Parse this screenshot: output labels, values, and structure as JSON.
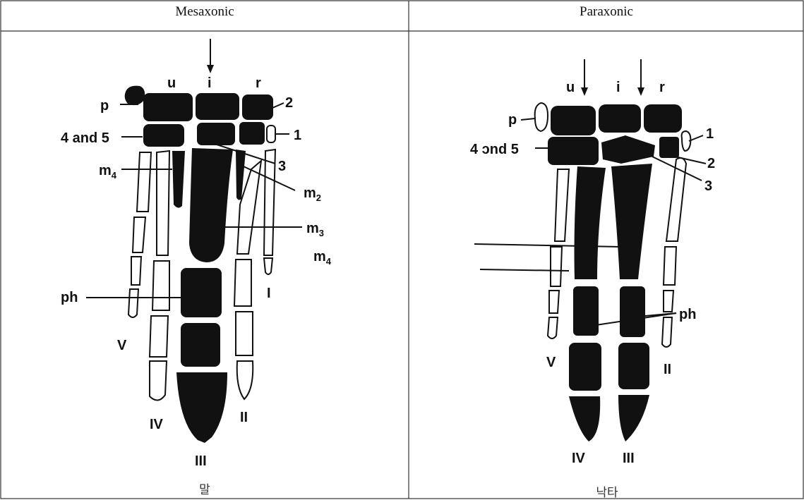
{
  "table": {
    "left_header": "Mesaxonic",
    "right_header": "Paraxonic",
    "left_caption": "말",
    "right_caption": "낙타"
  },
  "horse": {
    "label_u": "u",
    "label_i": "i",
    "label_r": "r",
    "label_p": "p",
    "label_2": "2",
    "label_1": "1",
    "label_4and5": "4 and 5",
    "label_3": "3",
    "label_m4_top": "m",
    "label_m4_top_sub": "4",
    "label_m2": "m",
    "label_m2_sub": "2",
    "label_m3": "m",
    "label_m3_sub": "3",
    "label_m4_right": "m",
    "label_m4_right_sub": "4",
    "label_I": "I",
    "label_ph": "ph",
    "label_V": "V",
    "label_IV": "IV",
    "label_II": "II",
    "label_III": "III"
  },
  "camel": {
    "label_u": "u",
    "label_i": "i",
    "label_r": "r",
    "label_p": "p",
    "label_1": "1",
    "label_4and5": "4 ɔnd 5",
    "label_2": "2",
    "label_3": "3",
    "label_ph": "ph",
    "label_V": "V",
    "label_II": "II",
    "label_IV": "IV",
    "label_III": "III"
  }
}
